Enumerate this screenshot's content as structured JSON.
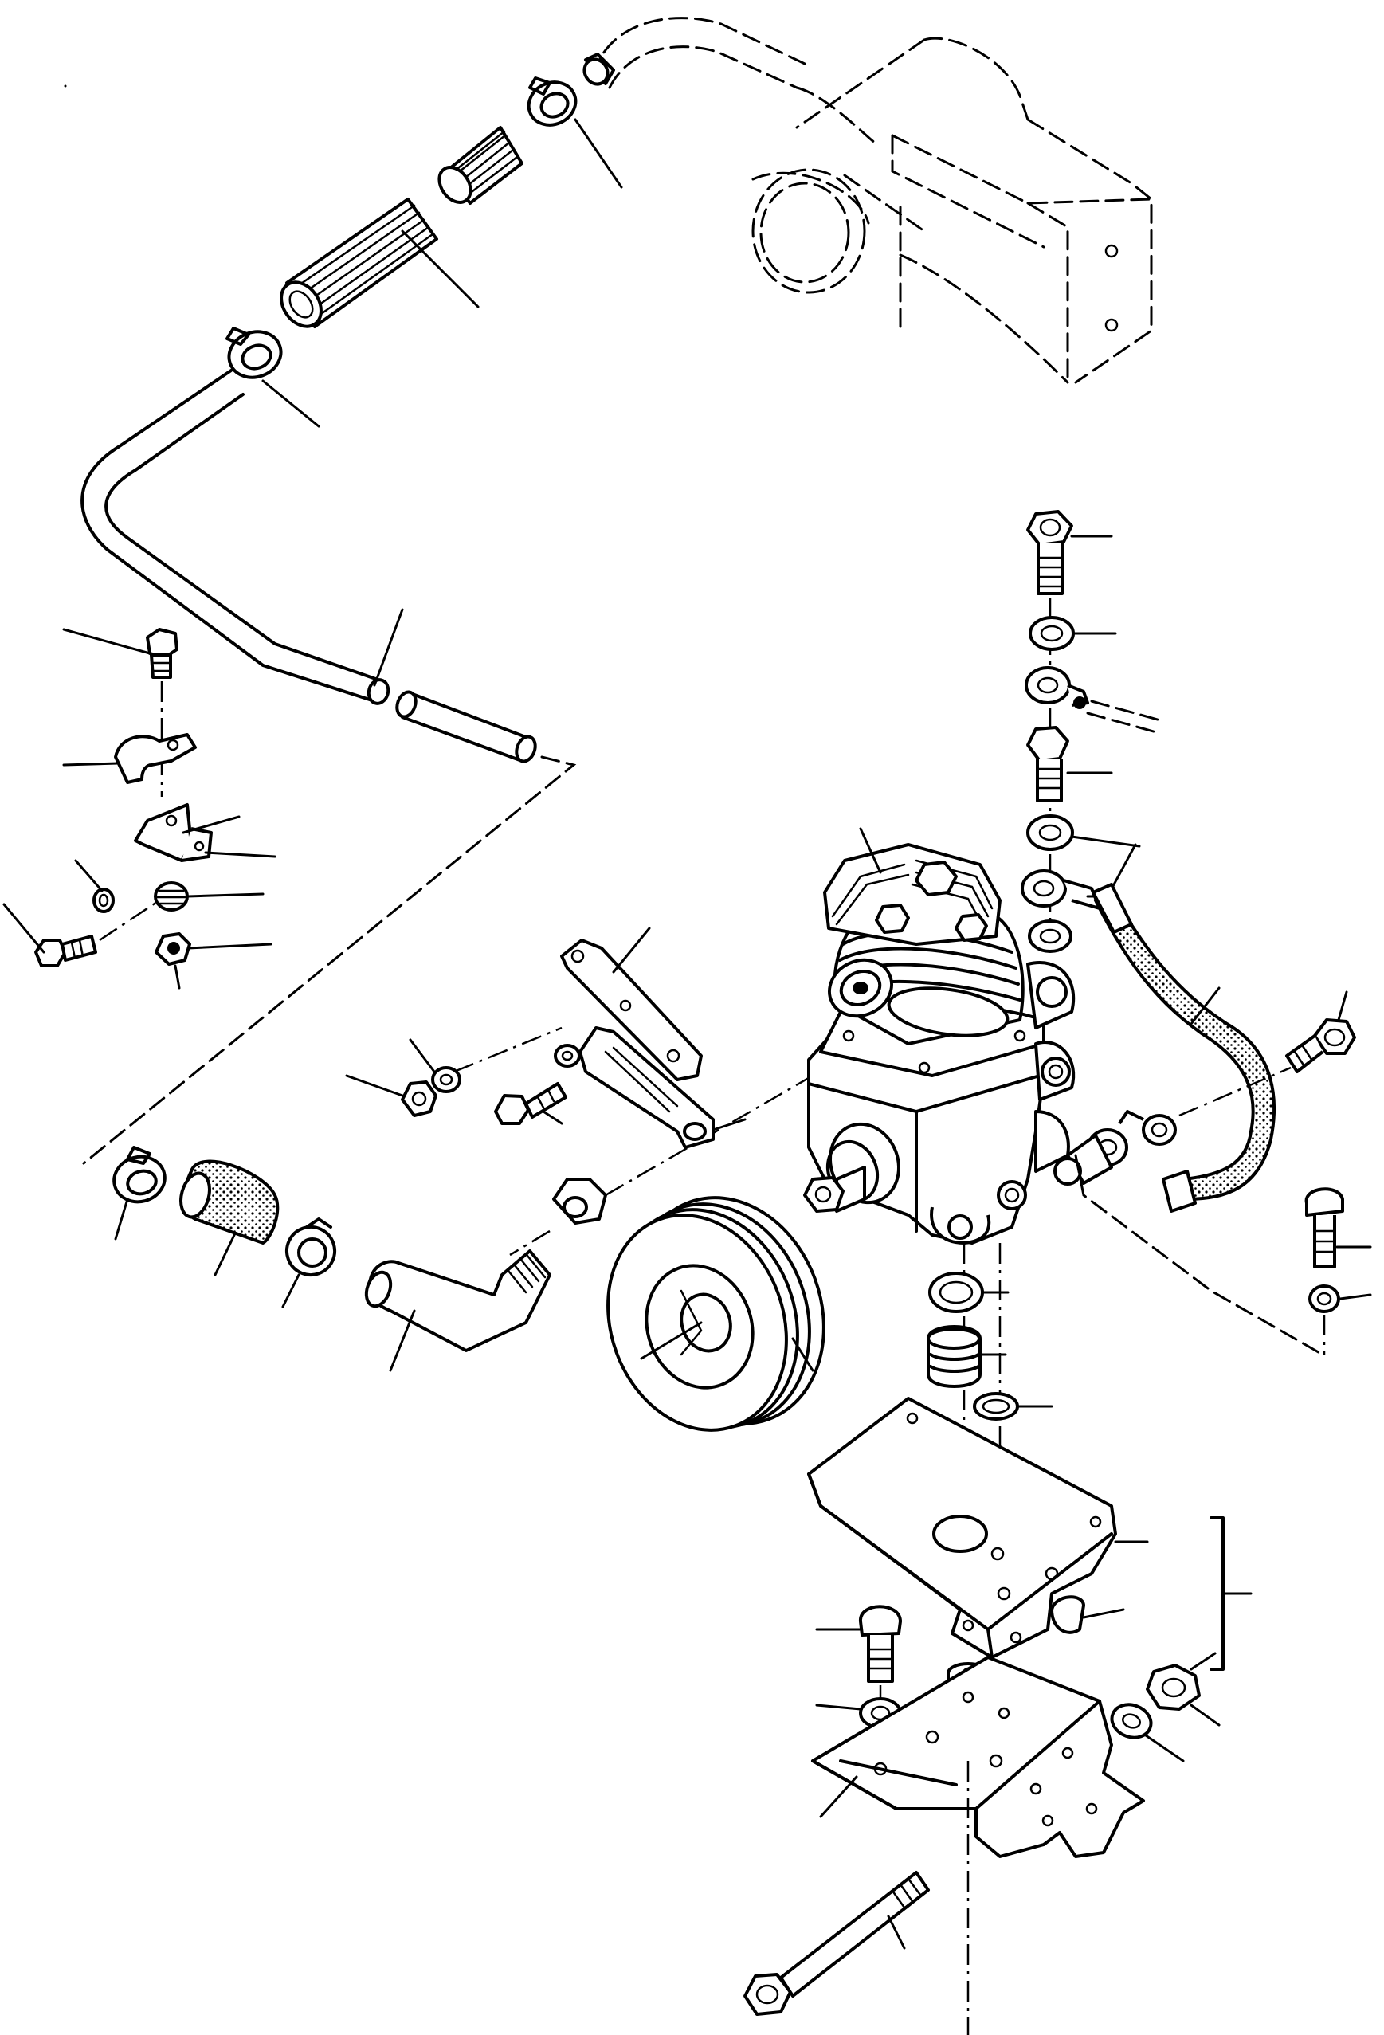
{
  "diagram": {
    "kind": "exploded parts drawing",
    "labels": [],
    "callouts": [
      {
        "name": "leader-intake-clamp-top",
        "part": "hose-clamp"
      },
      {
        "name": "leader-bellows",
        "part": "corrugated-hose"
      },
      {
        "name": "leader-hose-clamp-mid",
        "part": "hose-clamp"
      },
      {
        "name": "leader-intake-pipe",
        "part": "bent-pipe"
      },
      {
        "name": "leader-bolt-left",
        "part": "bolt"
      },
      {
        "name": "leader-pipe-clip",
        "part": "clip"
      },
      {
        "name": "leader-bracket",
        "part": "bracket"
      },
      {
        "name": "leader-spring-washer",
        "part": "washer"
      },
      {
        "name": "leader-nut-left",
        "part": "nut"
      },
      {
        "name": "leader-banjo-bolt",
        "part": "banjo-bolt"
      },
      {
        "name": "leader-sealing-ring",
        "part": "sealing-ring"
      },
      {
        "name": "leader-compressor",
        "part": "air-compressor"
      },
      {
        "name": "leader-pressure-hose",
        "part": "hose"
      },
      {
        "name": "leader-pulley",
        "part": "pulley"
      },
      {
        "name": "leader-mount-plate",
        "part": "mounting-plate"
      },
      {
        "name": "leader-bracket-lower",
        "part": "support-bracket"
      },
      {
        "name": "leader-long-bolt",
        "part": "long-bolt"
      }
    ]
  }
}
